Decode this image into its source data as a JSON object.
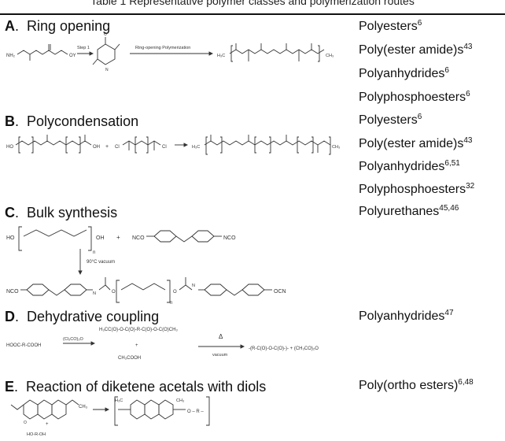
{
  "caption": "Table 1 Representative polymer classes and polymerization routes",
  "sections": [
    {
      "letter": "A",
      "title": "Ring opening"
    },
    {
      "letter": "B",
      "title": "Polycondensation"
    },
    {
      "letter": "C",
      "title": "Bulk synthesis"
    },
    {
      "letter": "D",
      "title": "Dehydrative coupling"
    },
    {
      "letter": "E",
      "title": "Reaction of diketene acetals with diols"
    }
  ],
  "polymers": [
    {
      "name": "Polyesters",
      "ref": "6"
    },
    {
      "name": "Poly(ester amide)s",
      "ref": "43"
    },
    {
      "name": "Polyanhydrides",
      "ref": "6"
    },
    {
      "name": "Polyphosphoesters",
      "ref": "6"
    },
    {
      "name": "Polyesters",
      "ref": "6"
    },
    {
      "name": "Poly(ester amide)s",
      "ref": "43"
    },
    {
      "name": "Polyanhydrides",
      "ref": "6,51"
    },
    {
      "name": "Polyphosphoesters",
      "ref": "32"
    },
    {
      "name": "Polyurethanes",
      "ref": "45,46"
    },
    {
      "name": "Polyanhydrides",
      "ref": "47"
    },
    {
      "name": "Poly(ortho esters)",
      "ref": "6,48"
    }
  ],
  "schemes": {
    "a_step1": "Step 1",
    "a_rop": "Ring-opening Polymerization",
    "c_condition": "90°C vacuum",
    "d_reagent": "(Cl₃CO)₂O",
    "d_intermediate": "H₃CC(O)-O-C(O)-R-C(O)-O-C(O)CH₃",
    "d_plus": "+",
    "d_byproduct": "CH₃COOH",
    "d_heat": "Δ",
    "d_vacuum": "vacuum",
    "d_reactant": "HOOC-R-COOH",
    "d_product": "-(R-C(O)-O-C(O)-)- + (CH₃CO)₂O",
    "e_diol": "HO-R-OH"
  }
}
